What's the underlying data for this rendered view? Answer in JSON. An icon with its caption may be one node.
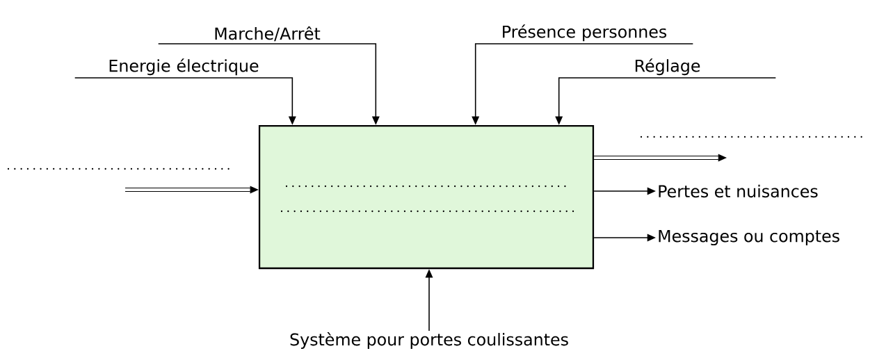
{
  "diagram": {
    "nodes": [
      {
        "text": [],
        "shape": "box"
      },
      {
        "text": [
          "Energie électrique"
        ]
      },
      {
        "text": [
          "Marche/Arrêt"
        ]
      },
      {
        "text": [
          "Présence personnes"
        ]
      },
      {
        "text": [
          "Réglage"
        ]
      },
      {
        "text": [
          "Pertes et nuisances"
        ]
      },
      {
        "text": [
          "Messages ou comptes"
        ]
      },
      {
        "text": [
          "Système pour portes coulissantes"
        ]
      }
    ],
    "edges": [
      {
        "from": 1,
        "to": 0,
        "arrow": "to"
      },
      {
        "from": 2,
        "to": 0,
        "arrow": "to"
      },
      {
        "from": 3,
        "to": 0,
        "arrow": "to"
      },
      {
        "from": 4,
        "to": 0,
        "arrow": "to"
      },
      {
        "from": null,
        "to": 0,
        "arrow": "to",
        "style": "thick"
      },
      {
        "from": 0,
        "to": null,
        "arrow": "to",
        "style": "thick"
      },
      {
        "from": 0,
        "to": 5,
        "arrow": "to"
      },
      {
        "from": 0,
        "to": 6,
        "arrow": "to"
      },
      {
        "from": 7,
        "to": 0,
        "arrow": "to"
      }
    ]
  }
}
